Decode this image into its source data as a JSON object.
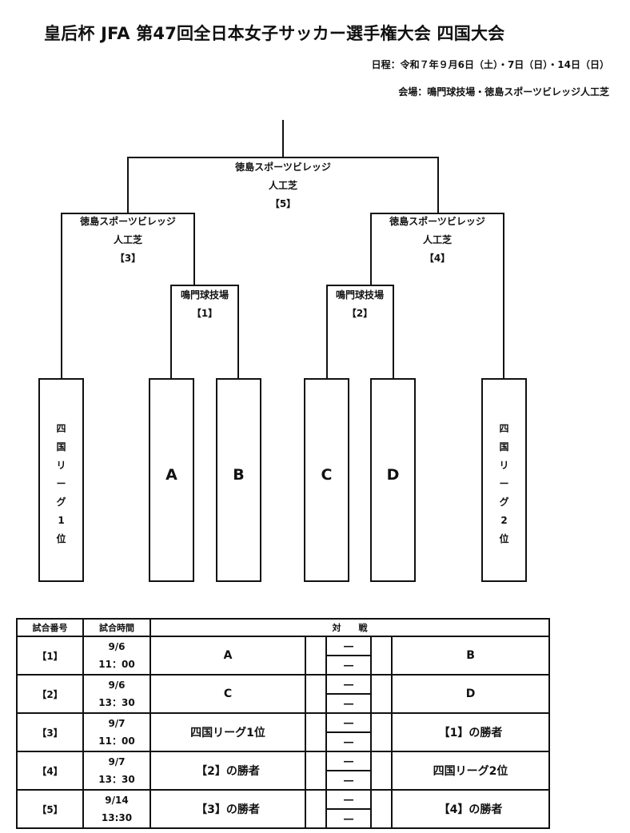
{
  "header": {
    "title": "皇后杯 JFA 第47回全日本女子サッカー選手権大会 四国大会",
    "schedule": "日程：令和７年９月6日（土）・7日（日）・14日（日）",
    "venue": "会場：鳴門球技場・徳島スポーツビレッジ人工芝"
  },
  "bracket": {
    "final": {
      "venue_line1": "徳島スポーツビレッジ",
      "venue_line2": "人工芝",
      "match_no": "【5】"
    },
    "semi_left": {
      "venue_line1": "徳島スポーツビレッジ",
      "venue_line2": "人工芝",
      "match_no": "【3】"
    },
    "semi_right": {
      "venue_line1": "徳島スポーツビレッジ",
      "venue_line2": "人工芝",
      "match_no": "【4】"
    },
    "qf_left": {
      "venue": "鳴門球技場",
      "match_no": "【1】"
    },
    "qf_right": {
      "venue": "鳴門球技場",
      "match_no": "【2】"
    },
    "teams": {
      "league1": [
        "四",
        "国",
        "リ",
        "ー",
        "グ",
        "1",
        "位"
      ],
      "a": "A",
      "b": "B",
      "c": "C",
      "d": "D",
      "league2": [
        "四",
        "国",
        "リ",
        "ー",
        "グ",
        "2",
        "位"
      ]
    }
  },
  "schedule_table": {
    "headers": {
      "match_no": "試合番号",
      "time": "試合時間",
      "versus": "対　　戦"
    },
    "rows": [
      {
        "no": "【1】",
        "date": "9/6",
        "time": "11：00",
        "home": "A",
        "away": "B",
        "score_top": "―",
        "score_bottom": "―"
      },
      {
        "no": "【2】",
        "date": "9/6",
        "time": "13：30",
        "home": "C",
        "away": "D",
        "score_top": "―",
        "score_bottom": "―"
      },
      {
        "no": "【3】",
        "date": "9/7",
        "time": "11：00",
        "home": "四国リーグ1位",
        "away": "【1】の勝者",
        "score_top": "―",
        "score_bottom": "―"
      },
      {
        "no": "【4】",
        "date": "9/7",
        "time": "13：30",
        "home": "【2】の勝者",
        "away": "四国リーグ2位",
        "score_top": "―",
        "score_bottom": "―"
      },
      {
        "no": "【5】",
        "date": "9/14",
        "time": "13:30",
        "home": "【3】の勝者",
        "away": "【4】の勝者",
        "score_top": "―",
        "score_bottom": "―"
      }
    ]
  }
}
